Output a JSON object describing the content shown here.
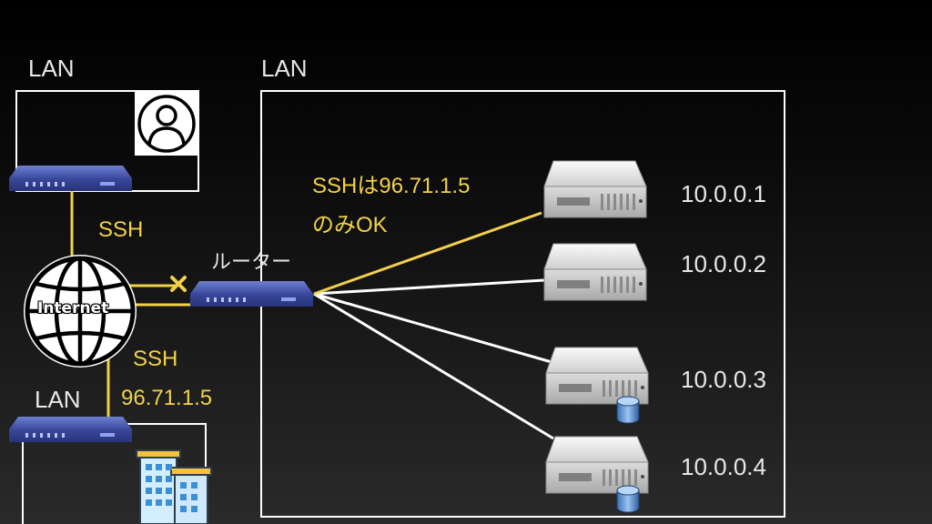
{
  "labels": {
    "lan_top_left": "LAN",
    "lan_main": "LAN",
    "lan_bottom_left": "LAN",
    "router": "ルーター",
    "internet": "Internet"
  },
  "ssh": {
    "top_link": "SSH",
    "bottom_link_line1": "SSH",
    "bottom_link_line2": "96.71.1.5",
    "rule_line1": "SSHは96.71.1.5",
    "rule_line2": "のみOK"
  },
  "servers": [
    {
      "ip": "10.0.0.1",
      "has_database": false
    },
    {
      "ip": "10.0.0.2",
      "has_database": false
    },
    {
      "ip": "10.0.0.3",
      "has_database": true
    },
    {
      "ip": "10.0.0.4",
      "has_database": true
    }
  ],
  "colors": {
    "ssh_link": "#f2d14a",
    "lan_link": "#ffffff",
    "router_body": "#3f4fa6",
    "blocked_mark": "#f2d14a"
  },
  "icons": {
    "user": "user-icon",
    "internet": "globe-icon",
    "building": "building-icon",
    "server": "server-icon",
    "database": "database-icon",
    "blocked": "x-mark-icon"
  }
}
